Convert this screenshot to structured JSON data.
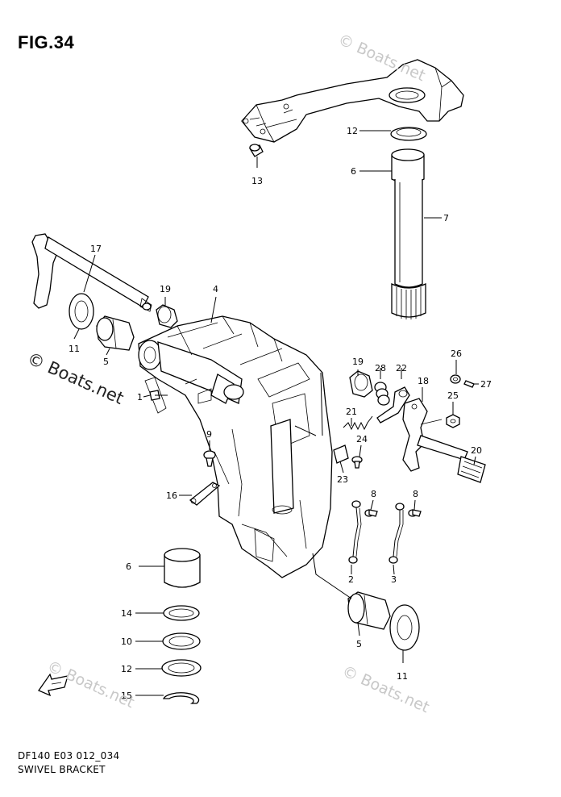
{
  "figure": {
    "title": "FIG.34",
    "model_code": "DF140 E03 012_034",
    "name": "SWIVEL BRACKET"
  },
  "watermarks": {
    "main": "© Boats.net",
    "faint": "© Boats.net"
  },
  "callouts": [
    "1",
    "2",
    "3",
    "4",
    "5",
    "6",
    "7",
    "8",
    "9",
    "10",
    "11",
    "12",
    "13",
    "14",
    "15",
    "16",
    "17",
    "18",
    "19",
    "20",
    "21",
    "22",
    "23",
    "24",
    "25",
    "26",
    "27",
    "28"
  ],
  "labels": {
    "c1": "1",
    "c2": "2",
    "c3": "3",
    "c4": "4",
    "c5a": "5",
    "c5b": "5",
    "c6a": "6",
    "c6b": "6",
    "c7": "7",
    "c8a": "8",
    "c8b": "8",
    "c9": "9",
    "c10": "10",
    "c11a": "11",
    "c11b": "11",
    "c12a": "12",
    "c12b": "12",
    "c13": "13",
    "c14": "14",
    "c15": "15",
    "c16": "16",
    "c17": "17",
    "c18": "18",
    "c19a": "19",
    "c19b": "19",
    "c20": "20",
    "c21": "21",
    "c22": "22",
    "c23": "23",
    "c24": "24",
    "c25": "25",
    "c26": "26",
    "c27": "27",
    "c28": "28"
  },
  "icons": {
    "front_arrow": "front-direction-arrow-icon"
  },
  "colors": {
    "line": "#000000",
    "background": "#ffffff",
    "watermark_faint": "#c8c8c8"
  }
}
